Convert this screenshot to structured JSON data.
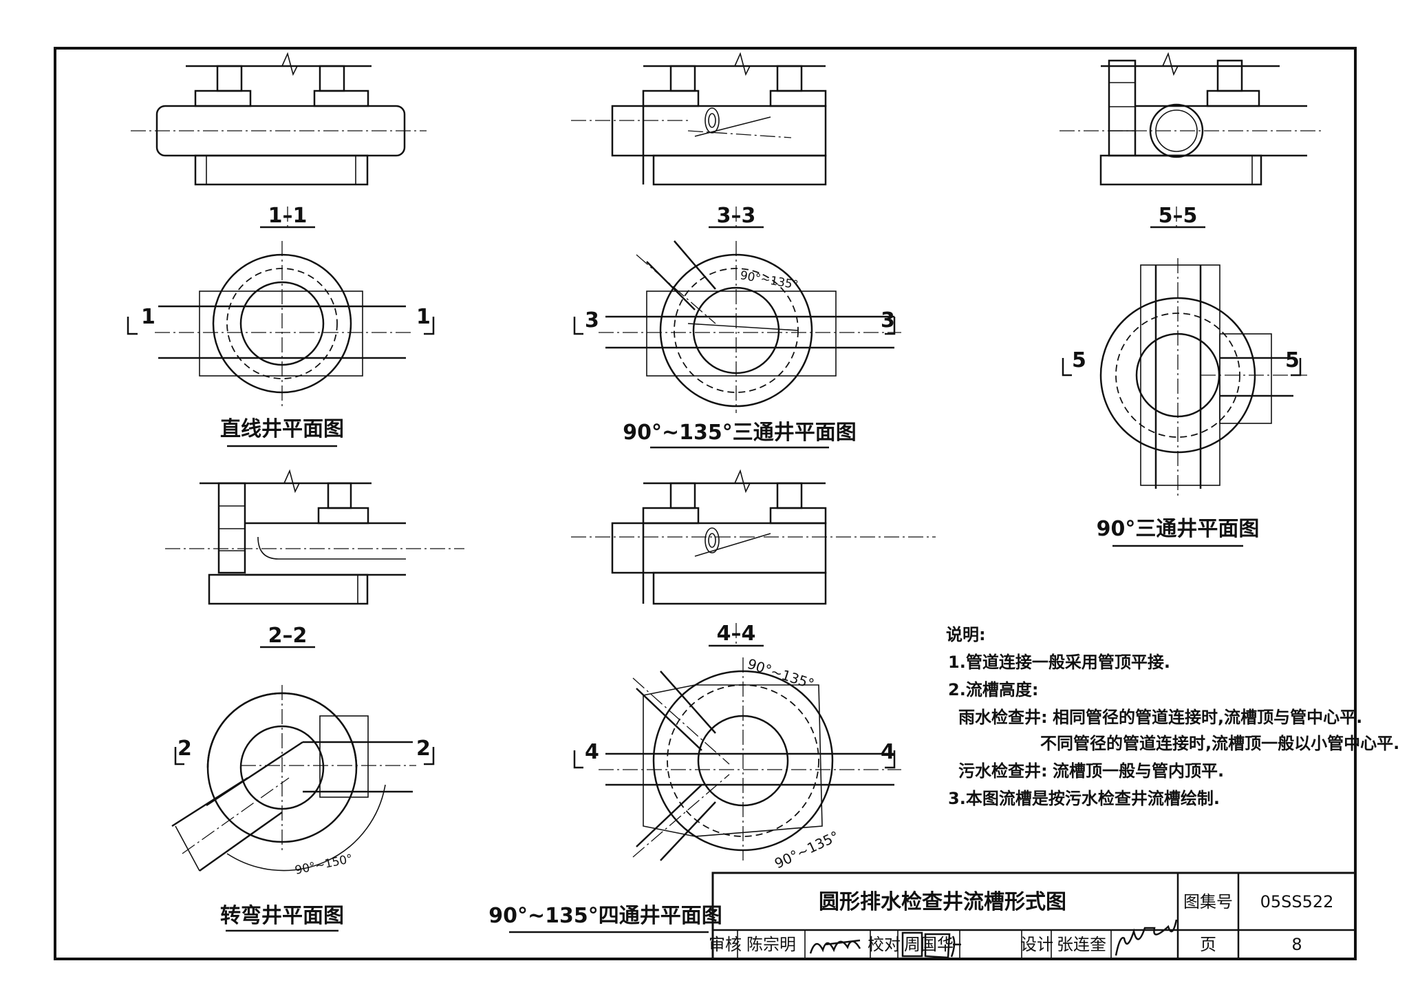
{
  "sections": {
    "s11": "1–1",
    "s33": "3–3",
    "s55": "5–5",
    "s22": "2–2",
    "s44": "4–4"
  },
  "markers": {
    "m1": "1",
    "m2": "2",
    "m3": "3",
    "m4": "4",
    "m5": "5"
  },
  "captions": {
    "straight": "直线井平面图",
    "tee135": "90°~135°三通井平面图",
    "tee90": "90°三通井平面图",
    "bend": "转弯井平面图",
    "cross135": "90°~135°四通井平面图"
  },
  "angles": {
    "a_tee": "90°~135°",
    "a_cross_top": "90°~135°",
    "a_cross_bottom": "90°~135°",
    "a_bend": "90°~150°"
  },
  "notes": {
    "heading": "说明:",
    "n1": "1.管道连接一般采用管顶平接.",
    "n2": "2.流槽高度:",
    "n2a_label": "雨水检查井:",
    "n2a_line1": "相同管径的管道连接时,流槽顶与管中心平.",
    "n2a_line2": "不同管径的管道连接时,流槽顶一般以小管中心平.",
    "n2b_label": "污水检查井:",
    "n2b_line1": "流槽顶一般与管内顶平.",
    "n3": "3.本图流槽是按污水检查井流槽绘制."
  },
  "title_block": {
    "title": "圆形排水检查井流槽形式图",
    "atlas_label": "图集号",
    "atlas_no": "05SS522",
    "page_label": "页",
    "page_no": "8",
    "review_label": "审核",
    "review_name": "陈宗明",
    "check_label": "校对",
    "check_name": "周国华",
    "design_label": "设计",
    "design_name": "张连奎"
  },
  "colors": {
    "ink": "#111111"
  }
}
